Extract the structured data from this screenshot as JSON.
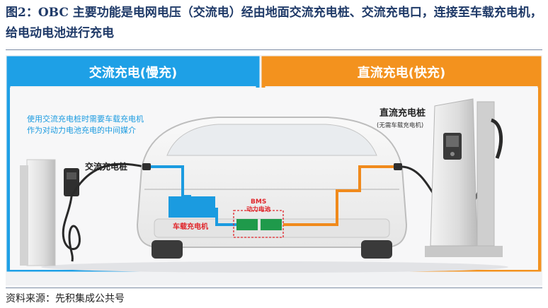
{
  "figure": {
    "title": "图2：OBC 主要功能是电网电压（交流电）经由地面交流充电桩、交流充电口，连接至车载充电机，给电动电池进行充电",
    "source": "资料来源：先积集成公共号"
  },
  "diagram": {
    "left_banner": "交流充电(慢充)",
    "right_banner": "直流充电(快充)",
    "note_line1": "使用交流充电桩时需要车载充电机",
    "note_line2": "作为对动力电池充电的中间媒介",
    "ac_pile_label": "交流充电桩",
    "dc_pile_label": "直流充电桩",
    "dc_pile_sublabel": "(无需车载充电机)",
    "obc_label": "车载充电机",
    "bms_label": "BMS",
    "battery_label": "动力电池",
    "colors": {
      "ac_blue": "#1ea0e6",
      "dc_orange": "#f3921e",
      "wire_blue": "#1b9be0",
      "wire_orange": "#f08a1c",
      "battery_green": "#1f9a4b",
      "bms_red": "#e0262b",
      "title_navy": "#1f3a68"
    }
  }
}
